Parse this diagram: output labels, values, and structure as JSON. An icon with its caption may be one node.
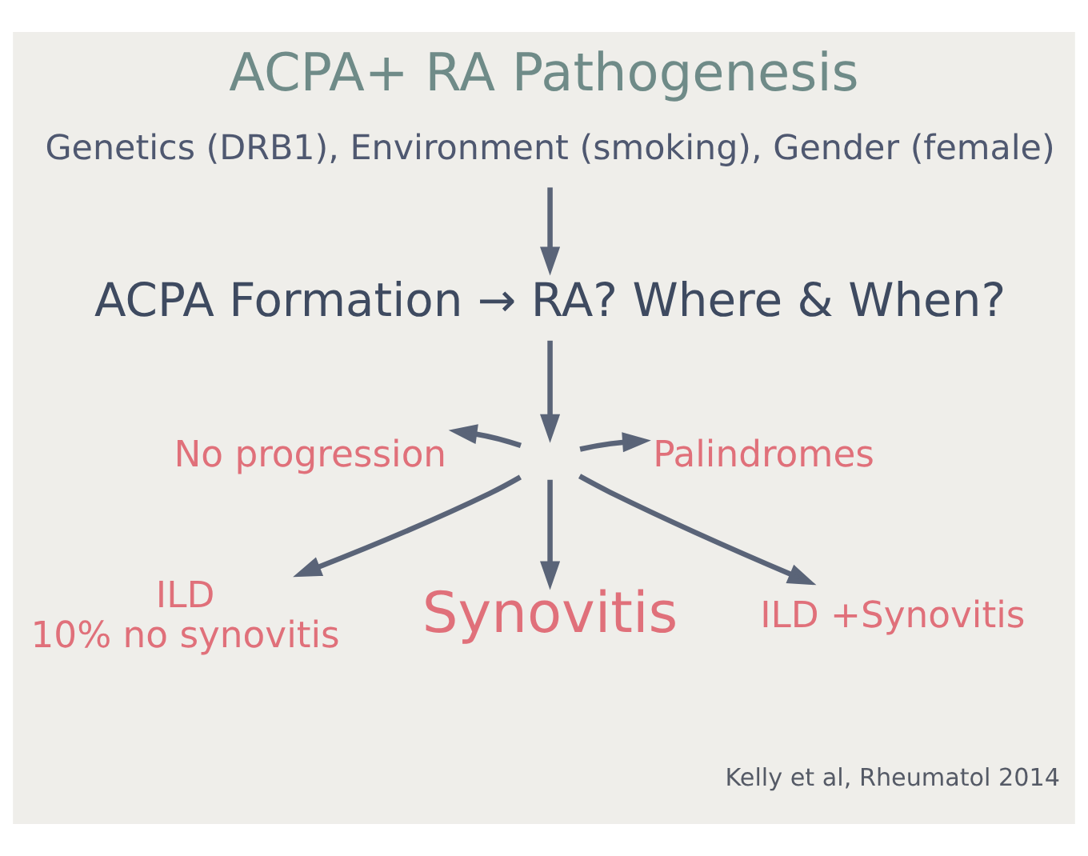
{
  "diagram": {
    "title": "ACPA+ RA Pathogenesis",
    "nodes": [
      {
        "text": [
          "Genetics (DRB1), Environment (smoking), Gender (female)"
        ]
      },
      {
        "text": [
          "ACPA Formation → RA? Where & When?"
        ]
      },
      {
        "text": [
          "No progression"
        ]
      },
      {
        "text": [
          "Palindromes"
        ]
      },
      {
        "text": [
          "ILD",
          "10% no synovitis"
        ]
      },
      {
        "text": [
          "Synovitis"
        ]
      },
      {
        "text": [
          "ILD +Synovitis"
        ]
      }
    ],
    "edges": [
      {
        "from": 0,
        "to": 1,
        "arrow": "to"
      },
      {
        "from": 1,
        "to": null,
        "arrow": "to"
      },
      {
        "from": null,
        "to": 2,
        "arrow": "to"
      },
      {
        "from": null,
        "to": 3,
        "arrow": "to"
      },
      {
        "from": null,
        "to": 4,
        "arrow": "to"
      },
      {
        "from": null,
        "to": 5,
        "arrow": "to"
      },
      {
        "from": null,
        "to": 6,
        "arrow": "to"
      }
    ],
    "labels": [
      "Kelly et al, Rheumatol 2014"
    ]
  }
}
